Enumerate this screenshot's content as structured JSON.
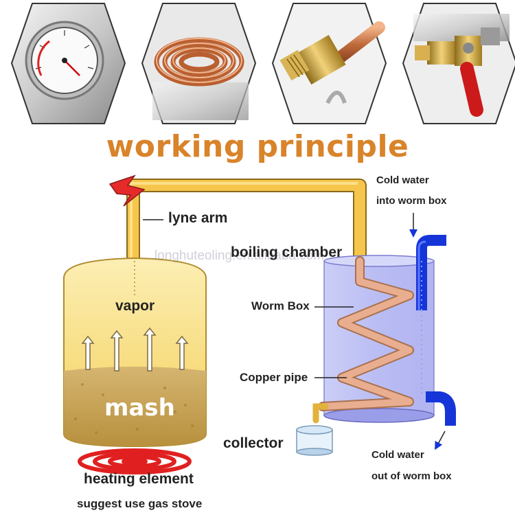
{
  "title": "working principle",
  "watermark": "longhuteoling.en.alibaba.com",
  "labels": {
    "lyne_arm": "lyne arm",
    "boiling_chamber": "boiling chamber",
    "vapor": "vapor",
    "mash": "mash",
    "heating_element": "heating element",
    "gas_stove_note": "suggest use gas stove",
    "worm_box": "Worm Box",
    "copper_pipe": "Copper pipe",
    "collector": "collector",
    "cold_in_line1": "Cold water",
    "cold_in_line2": "into worm box",
    "cold_out_line1": "Cold water",
    "cold_out_line2": "out of worm box"
  },
  "photos": [
    {
      "subject": "thermometer-gauge"
    },
    {
      "subject": "copper-coil"
    },
    {
      "subject": "brass-fitting"
    },
    {
      "subject": "red-ball-valve"
    }
  ],
  "colors": {
    "title": "#d9832a",
    "pipe_yellow": "#f6c64c",
    "chamber_top": "#fbe49a",
    "mash": "#c8a458",
    "coil": "#e7a98d",
    "tank": "#b4b8f2",
    "water_pipe": "#1535d8",
    "heater": "#e02020"
  }
}
